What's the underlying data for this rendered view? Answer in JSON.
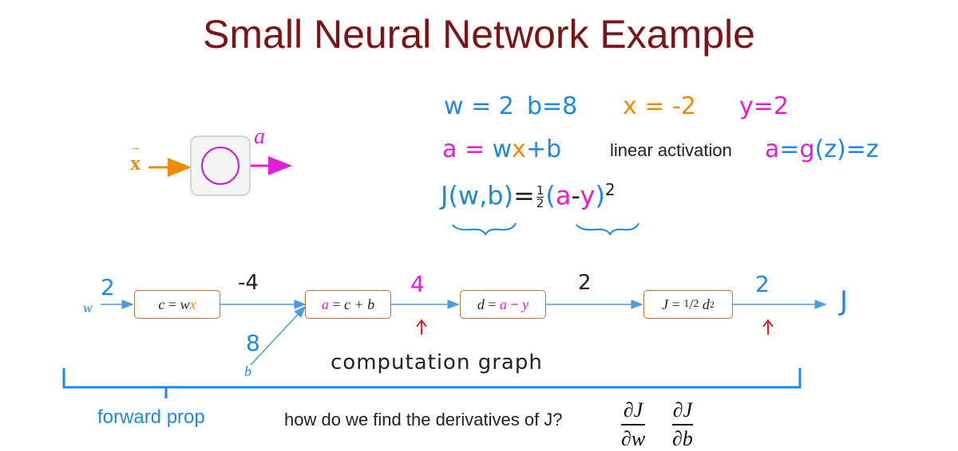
{
  "title": "Small Neural Network Example",
  "neuron": {
    "input_label": "x",
    "input_vector_mark": "→",
    "output_label": "a"
  },
  "params": {
    "w": "w = 2",
    "b": "b=8",
    "x": "x = -2",
    "y": "y=2"
  },
  "model": {
    "a_lhs": "a",
    "eq": "=",
    "w": "w",
    "x": "x",
    "plus_b": "+b",
    "activation_text": "linear activation",
    "g_a": "a",
    "g_eq": "=",
    "g_func": "g",
    "g_rest": "(z)=z"
  },
  "cost": {
    "J": "J(w,b)",
    "eq": "=",
    "half_num": "1",
    "half_den": "2",
    "open": "(",
    "a": "a",
    "minus": "-",
    "y": "y",
    "close": ")",
    "power": "2"
  },
  "graph": {
    "w_label": "w",
    "w_value": "2",
    "b_label": "b",
    "b_value": "8",
    "node1": {
      "lhs": "c",
      "rhs_w": "w",
      "rhs_x": "x"
    },
    "edge1_value": "-4",
    "node2": {
      "lhs": "a",
      "rhs": "c + b"
    },
    "edge2_value": "4",
    "node3": {
      "lhs": "d",
      "rhs_a": "a",
      "rhs_y": "y"
    },
    "edge3_value": "2",
    "node4": {
      "lhs": "J",
      "one": "1",
      "two": "2",
      "d": "d",
      "sq": "2"
    },
    "edge4_value": "2",
    "output_label": "J",
    "caption": "computation graph"
  },
  "forward_label": "forward prop",
  "question": "how do we find the derivatives of J?",
  "derivatives": [
    {
      "num": "∂J",
      "den": "∂w"
    },
    {
      "num": "∂J",
      "den": "∂b"
    }
  ]
}
